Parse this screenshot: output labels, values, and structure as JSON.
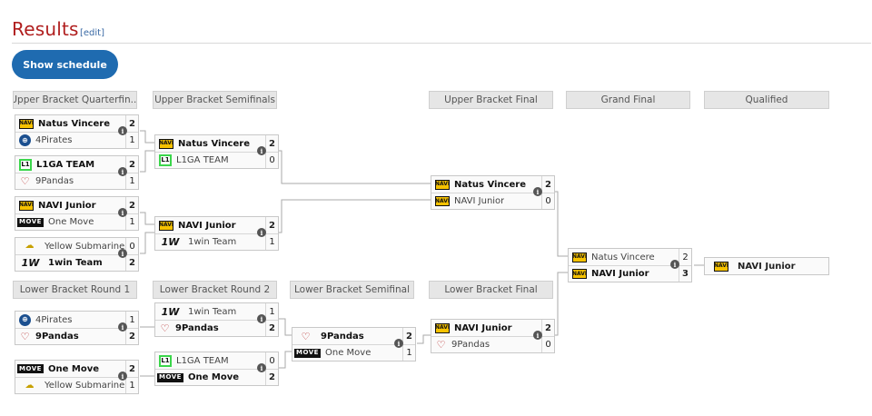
{
  "header": {
    "title": "Results",
    "edit_label": "[edit]"
  },
  "schedule_button": {
    "label": "Show schedule"
  },
  "columns": {
    "ubqf": "Upper Bracket Quarterfin...",
    "ubsf": "Upper Bracket Semifinals",
    "ubf": "Upper Bracket Final",
    "gf": "Grand Final",
    "qual": "Qualified",
    "lbr1": "Lower Bracket Round 1",
    "lbr2": "Lower Bracket Round 2",
    "lbsf": "Lower Bracket Semifinal",
    "lbf": "Lower Bracket Final"
  },
  "matches": {
    "ubqf1": {
      "t1": {
        "name": "Natus Vincere",
        "score": "2"
      },
      "t2": {
        "name": "4Pirates",
        "score": "1"
      }
    },
    "ubqf2": {
      "t1": {
        "name": "L1GA TEAM",
        "score": "2"
      },
      "t2": {
        "name": "9Pandas",
        "score": "1"
      }
    },
    "ubqf3": {
      "t1": {
        "name": "NAVI Junior",
        "score": "2"
      },
      "t2": {
        "name": "One Move",
        "score": "1"
      }
    },
    "ubqf4": {
      "t1": {
        "name": "Yellow Submarine",
        "score": "0"
      },
      "t2": {
        "name": "1win Team",
        "score": "2"
      }
    },
    "ubsf1": {
      "t1": {
        "name": "Natus Vincere",
        "score": "2"
      },
      "t2": {
        "name": "L1GA TEAM",
        "score": "0"
      }
    },
    "ubsf2": {
      "t1": {
        "name": "NAVI Junior",
        "score": "2"
      },
      "t2": {
        "name": "1win Team",
        "score": "1"
      }
    },
    "ubf": {
      "t1": {
        "name": "Natus Vincere",
        "score": "2"
      },
      "t2": {
        "name": "NAVI Junior",
        "score": "0"
      }
    },
    "gf": {
      "t1": {
        "name": "Natus Vincere",
        "score": "2"
      },
      "t2": {
        "name": "NAVI Junior",
        "score": "3"
      }
    },
    "lbr1a": {
      "t1": {
        "name": "4Pirates",
        "score": "1"
      },
      "t2": {
        "name": "9Pandas",
        "score": "2"
      }
    },
    "lbr1b": {
      "t1": {
        "name": "One Move",
        "score": "2"
      },
      "t2": {
        "name": "Yellow Submarine",
        "score": "1"
      }
    },
    "lbr2a": {
      "t1": {
        "name": "1win Team",
        "score": "1"
      },
      "t2": {
        "name": "9Pandas",
        "score": "2"
      }
    },
    "lbr2b": {
      "t1": {
        "name": "L1GA TEAM",
        "score": "0"
      },
      "t2": {
        "name": "One Move",
        "score": "2"
      }
    },
    "lbsf": {
      "t1": {
        "name": "9Pandas",
        "score": "2"
      },
      "t2": {
        "name": "One Move",
        "score": "1"
      }
    },
    "lbf": {
      "t1": {
        "name": "NAVI Junior",
        "score": "2"
      },
      "t2": {
        "name": "9Pandas",
        "score": "0"
      }
    }
  },
  "qualified": {
    "name": "NAVI Junior"
  },
  "logos": {
    "navi": "NAVI",
    "pirates": "⊕",
    "l1": "L1",
    "pandas": "♡",
    "move": "MOVE",
    "onewin": "1W",
    "sub": "☁"
  },
  "info_icon": "i",
  "colors": {
    "title": "#b01e1e",
    "button": "#1f6bb0",
    "header_bg": "#e6e6e6",
    "link": "#3a6aa5"
  }
}
